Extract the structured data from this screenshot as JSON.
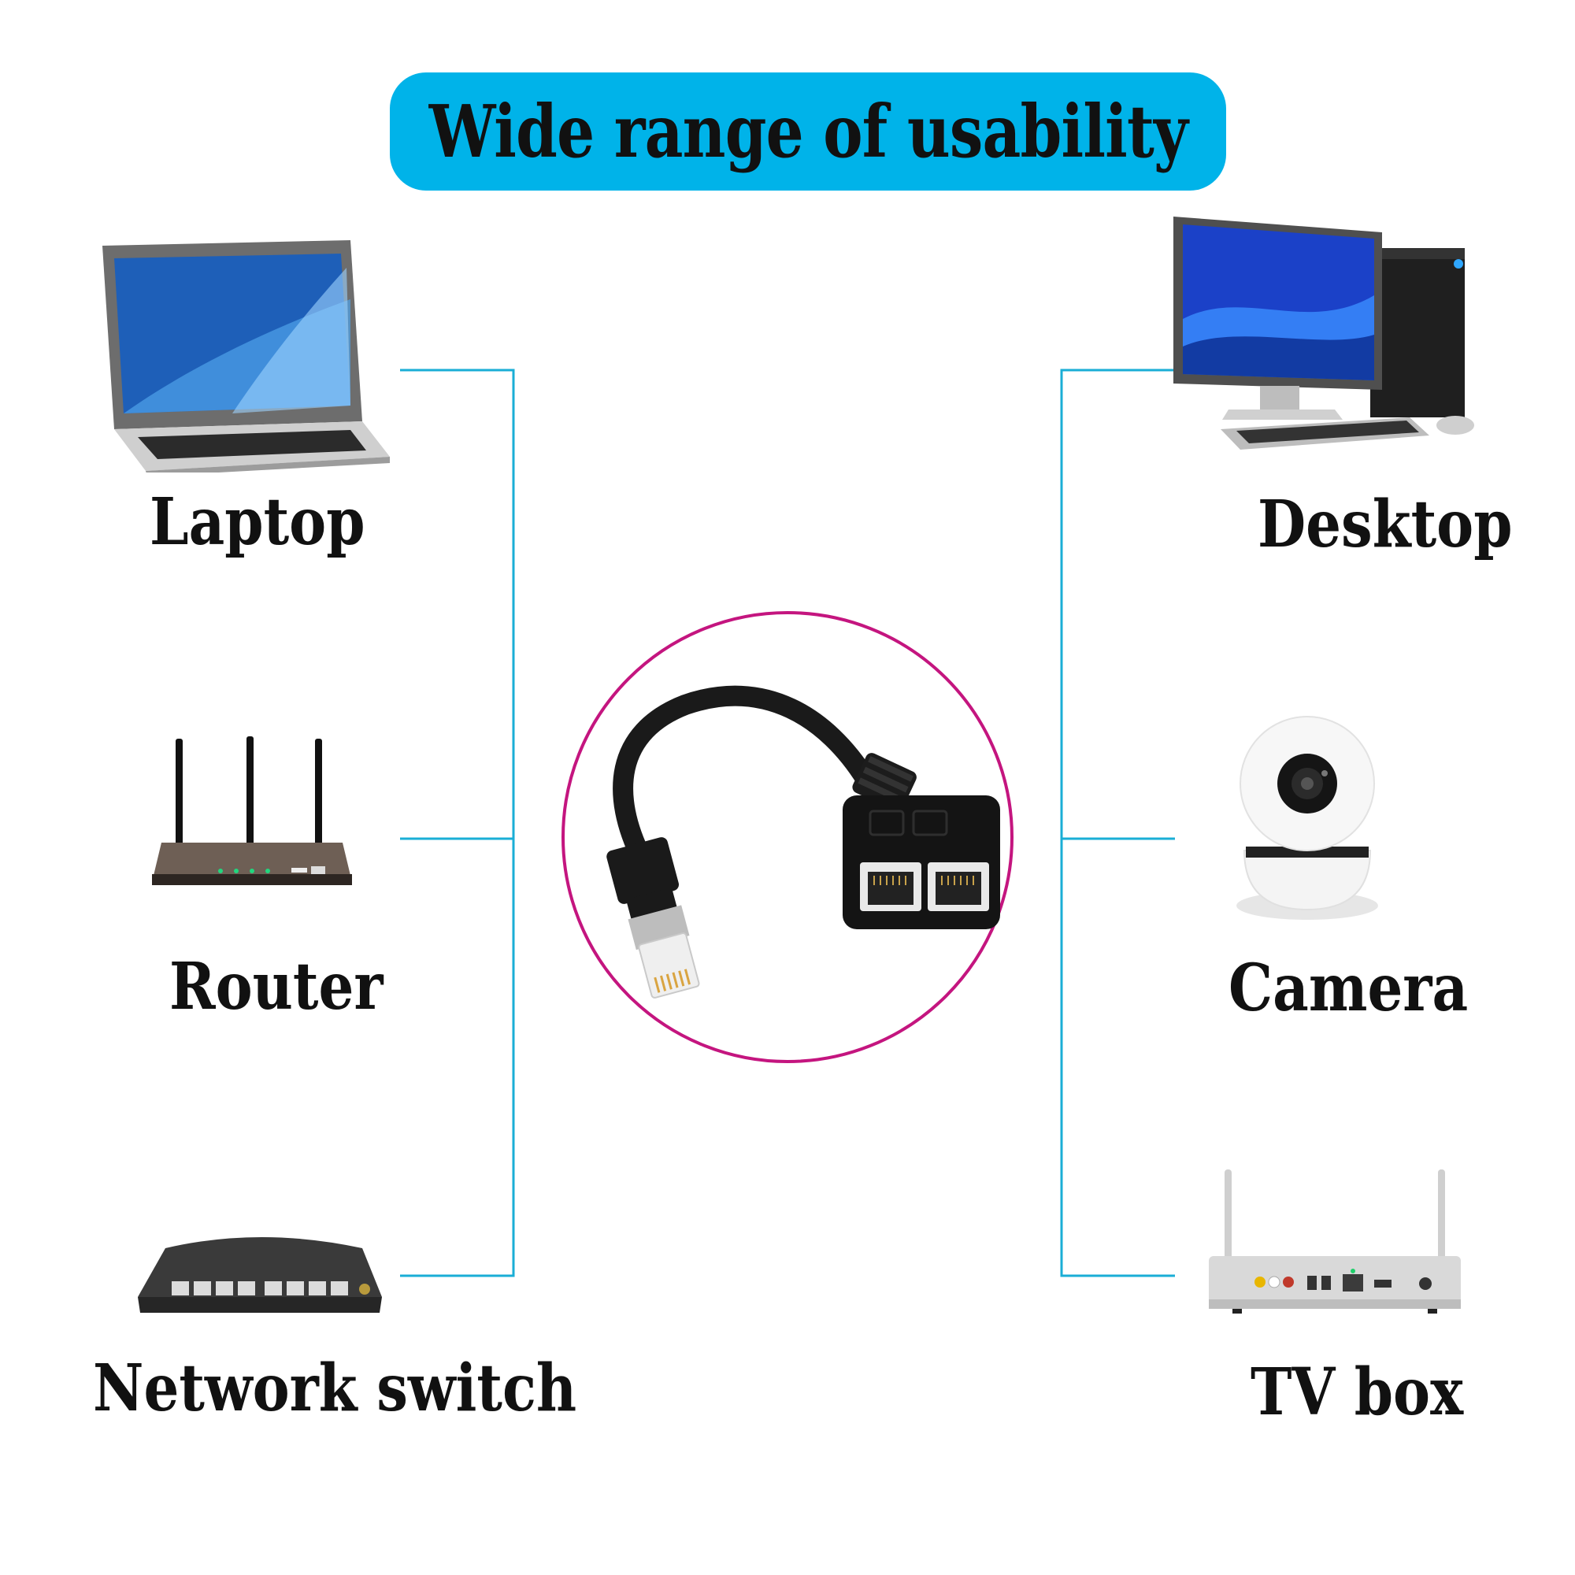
{
  "title": "Wide range of usability",
  "devices": {
    "left": [
      "Laptop",
      "Router",
      "Network switch"
    ],
    "right": [
      "Desktop",
      "Camera",
      "TV box"
    ]
  },
  "colors": {
    "banner": "#00B3E9",
    "connector_lines": "#1AAED6",
    "center_circle": "#C4157F",
    "label_text": "#111111"
  },
  "center_product": "rj45-splitter-adapter"
}
